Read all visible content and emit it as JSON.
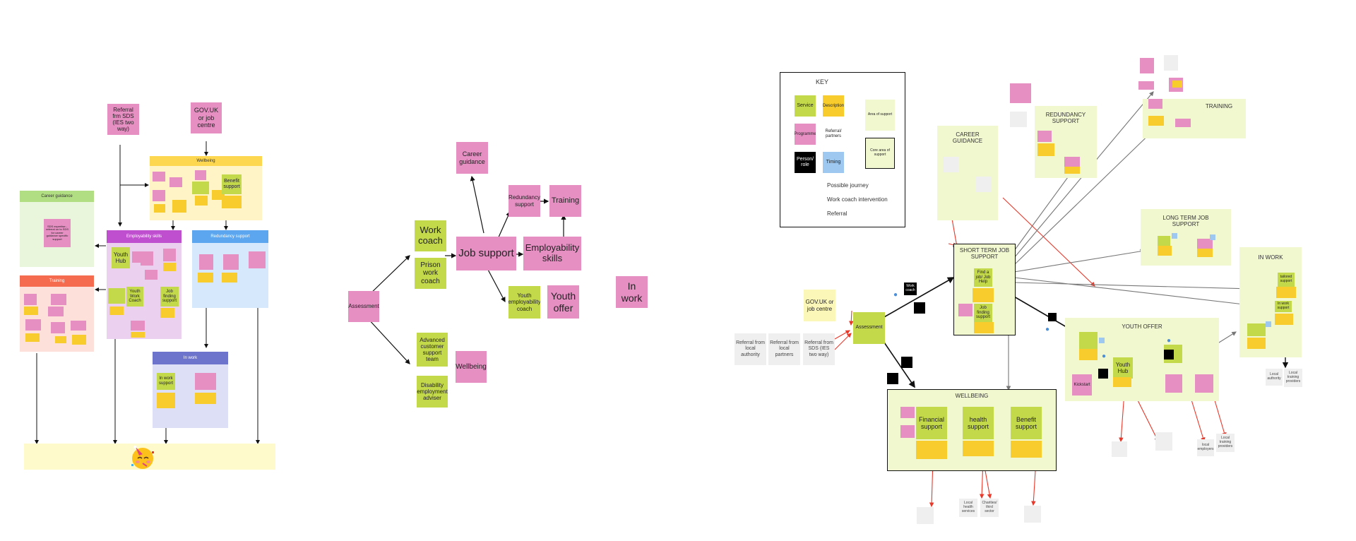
{
  "diagram1": {
    "referral_sds": "Referral frm SDS (IES two way)",
    "gov_uk": "GOV.UK or job centre",
    "wellbeing_header": "Wellbeing",
    "wellbeing_benefit": "Benefit support",
    "career_guidance_header": "Career guidance",
    "career_guidance_note": "SDS expertise - referral on to SDS for career guidance specific support",
    "employability_header": "Employability skills",
    "youth_hub": "Youth Hub",
    "youth_work_coach": "Youth Work Coach",
    "job_finding": "Job finding support",
    "redundancy_header": "Redundancy support",
    "training_header": "Training",
    "in_work_header": "In work",
    "in_work_support": "In work support",
    "celebration_icon": "party-face"
  },
  "diagram2": {
    "assessment": "Assessment",
    "work_coach": "Work coach",
    "prison_work_coach": "Prison work coach",
    "job_support": "Job support",
    "career_guidance": "Career guidance",
    "redundancy_support": "Redundancy support",
    "training": "Training",
    "employability_skills": "Employability skills",
    "youth_employability_coach": "Youth employability coach",
    "youth_offer": "Youth offer",
    "in_work": "In work",
    "advanced_customer_support_team": "Advanced customer support team",
    "disability_employment_adviser": "Disability employment adviser",
    "wellbeing": "Wellbeing"
  },
  "key": {
    "title": "KEY",
    "service": "Service",
    "description": "Description",
    "area_of_support": "Area of support",
    "programme": "Programme",
    "referral_partners": "Referral/ partners",
    "person_role": "Person/ role",
    "timing": "Timing",
    "core_area": "Core area of support",
    "possible_journey": "Possible journey",
    "work_coach_intervention": "Work coach intervention",
    "referral": "Referral",
    "colors": {
      "service": "#c4d94a",
      "description": "#f7cc2c",
      "programme": "#e58fc2",
      "timing": "#9ec8ef",
      "area": "#f1f7cf",
      "journey": "#777777",
      "intervention": "#111111",
      "referral": "#e8392b"
    }
  },
  "diagram3": {
    "career_guidance": "CAREER GUIDANCE",
    "redundancy_support": "REDUNDANCY SUPPORT",
    "training": "TRAINING",
    "long_term_job_support": "LONG TERM JOB SUPPORT",
    "in_work": "IN WORK",
    "short_term_job_support": "SHORT TERM JOB SUPPORT",
    "find_a_job_help": "Find a job/ Job Help",
    "job_finding_support": "Job finding support",
    "youth_offer": "YOUTH OFFER",
    "youth_hub": "Youth Hub",
    "kickstart": "Kickstart",
    "wellbeing": "WELLBEING",
    "financial_support": "Financial support",
    "health_support": "health support",
    "benefit_support": "Benefit support",
    "gov_uk": "GOV.UK or job centre",
    "assessment": "Assessment",
    "referral_local_authority": "Referral from local authority",
    "referral_local_partners": "Referral from local partners",
    "referral_sds": "Referral from SDS (IES two way)",
    "work_coach": "Work coach",
    "local_health_services": "Local health services",
    "charities": "Charities/ third sector",
    "local_authority": "Local authority",
    "local_training_providers": "Local training providers",
    "local_employers": "local employers",
    "local_training_providers_2": "Local training providers",
    "tailored_support": "tailored support",
    "in_work_support": "In work support"
  }
}
